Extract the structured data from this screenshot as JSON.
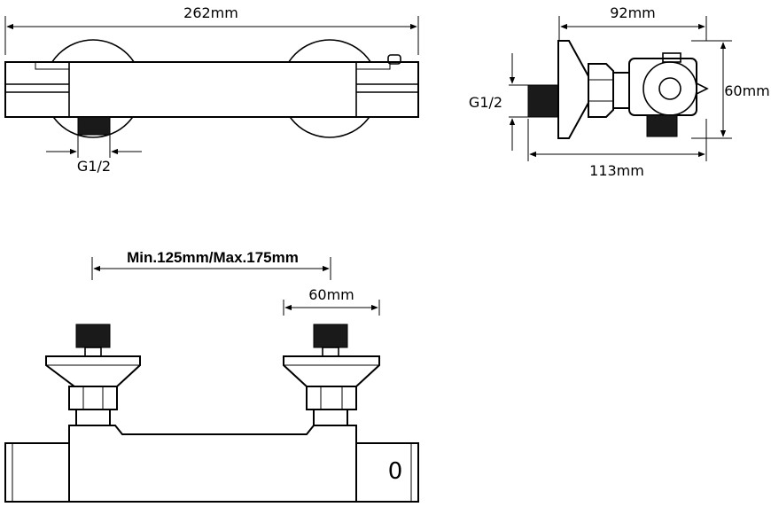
{
  "top_view": {
    "width_label": "262mm",
    "inlet_label": "G1/2"
  },
  "side_view": {
    "depth_label": "92mm",
    "inlet_label": "G1/2",
    "height_label": "60mm",
    "total_depth_label": "113mm"
  },
  "front_view": {
    "centers_label": "Min.125mm/Max.175mm",
    "eccentric_label": "60mm",
    "knob_marking": "0"
  }
}
